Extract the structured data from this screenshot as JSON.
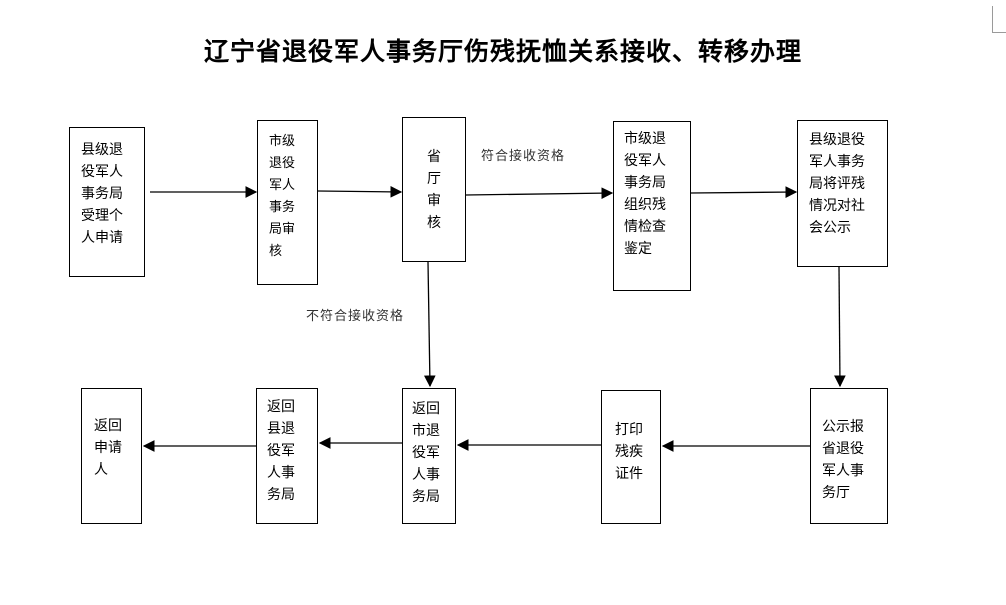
{
  "title": "辽宁省退役军人事务厅伤残抚恤关系接收、转移办理",
  "nodes": {
    "county_accept": "县级退\n役军人\n事务局\n受理个\n人申请",
    "city_review": "市级\n退役\n军人\n事务\n局审\n核",
    "province_review": "省\n厅\n审\n核",
    "city_exam": "市级退\n役军人\n事务局\n组织残\n情检查\n鉴定",
    "county_publicize": "县级退役\n军人事务\n局将评残\n情况对社\n会公示",
    "report_province": "公示报\n省退役\n军人事\n务厅",
    "print_certificate": "打印\n残疾\n证件",
    "return_city": "返回\n市退\n役军\n人事\n务局",
    "return_county": "返回\n县退\n役军\n人事\n务局",
    "return_applicant": "返回\n申请\n人"
  },
  "edge_labels": {
    "qualified": "符合接收资格",
    "not_qualified": "不符合接收资格"
  }
}
